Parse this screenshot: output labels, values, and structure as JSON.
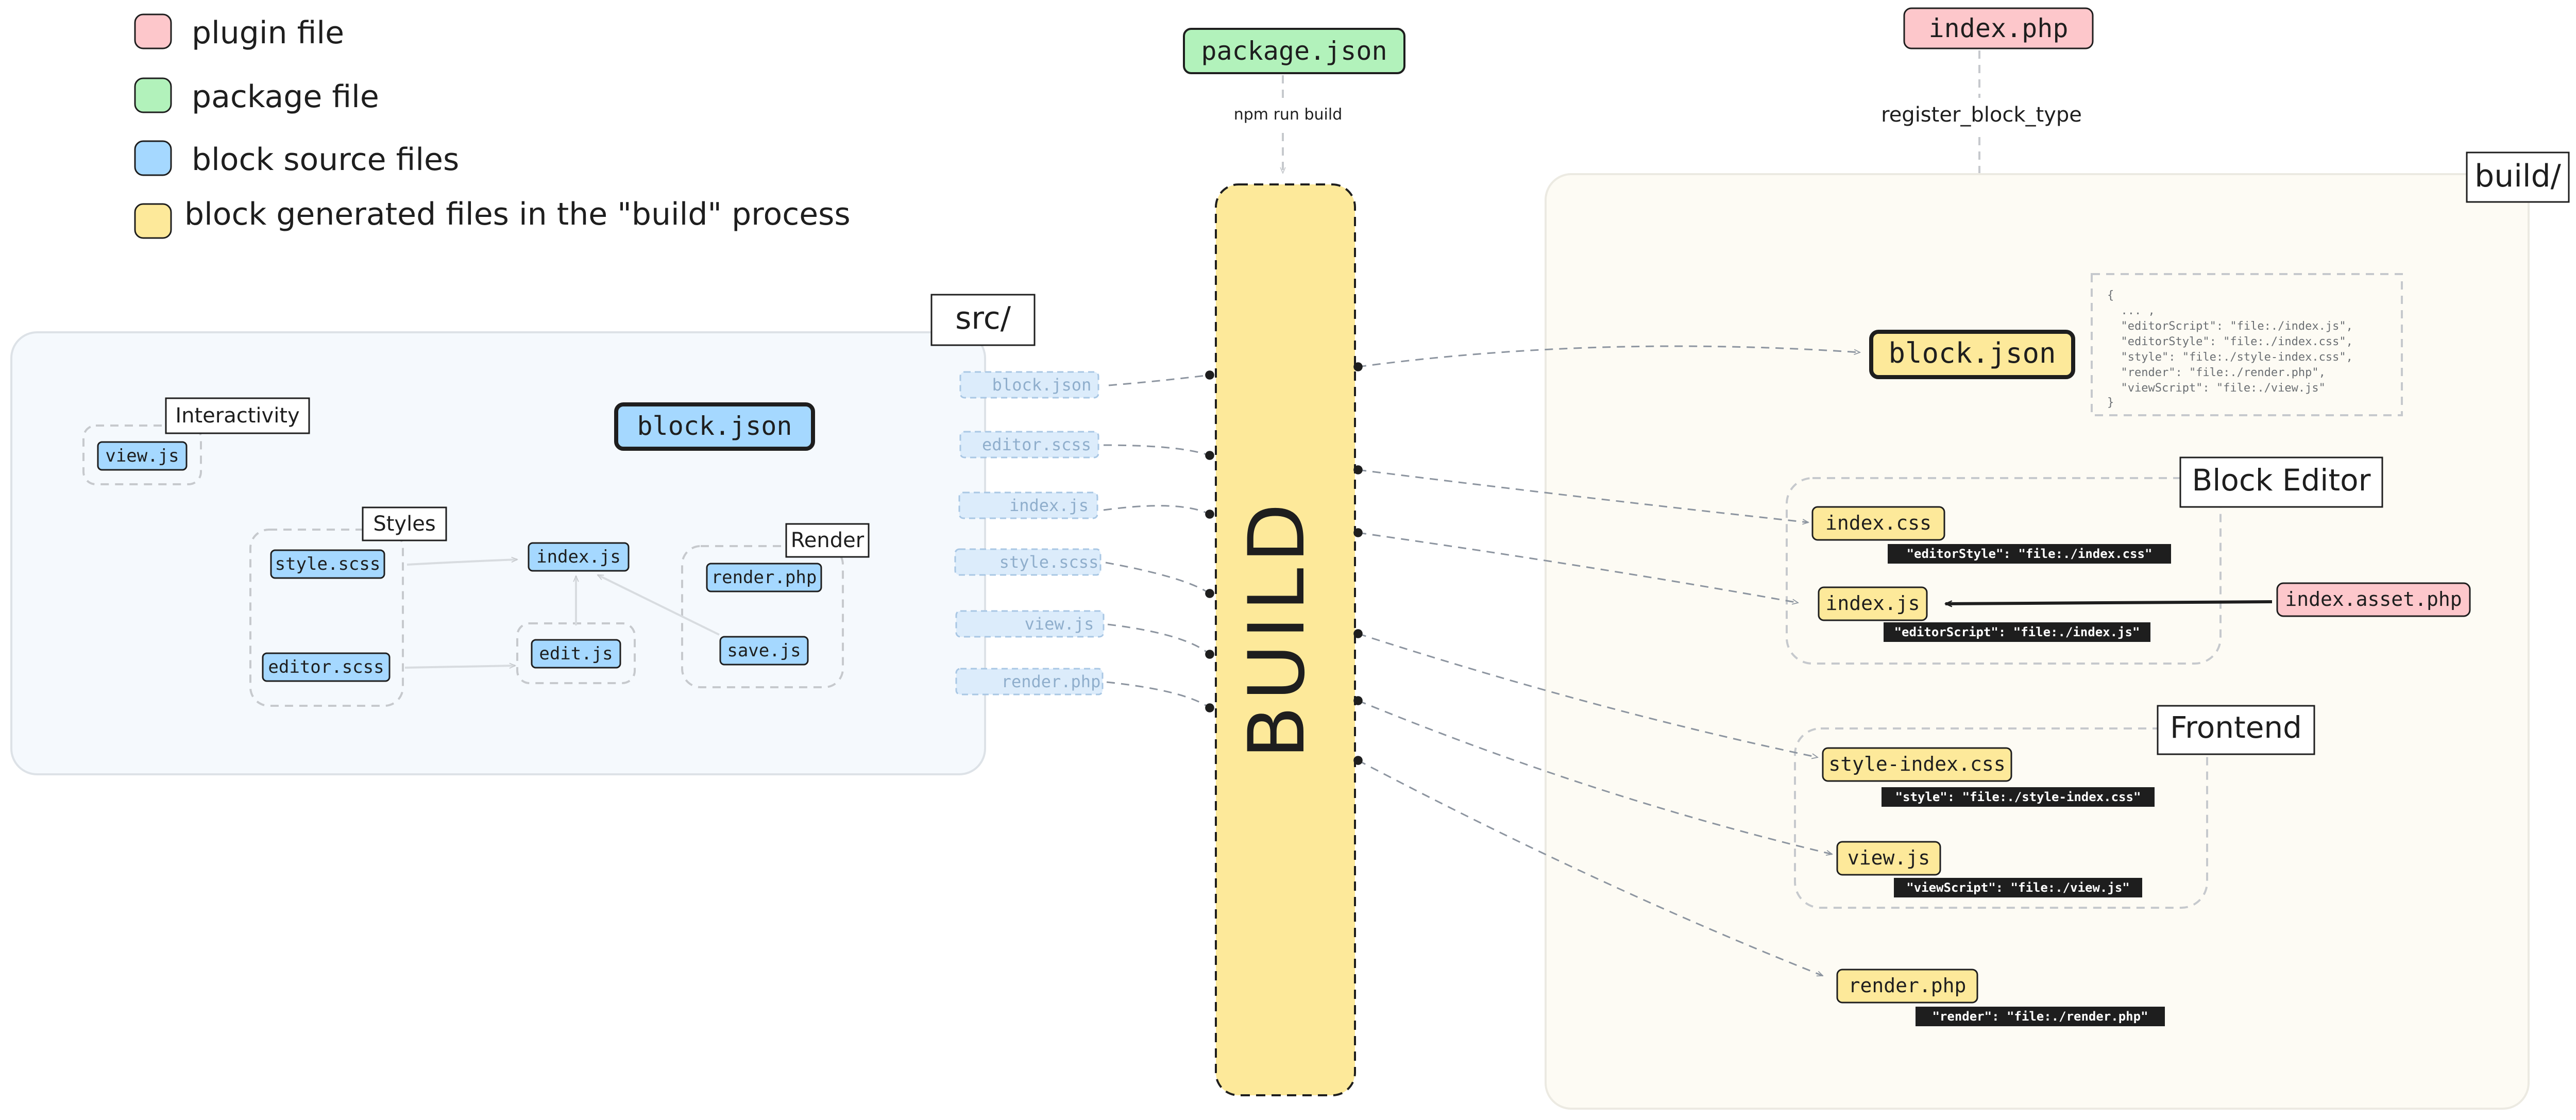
{
  "colors": {
    "plugin": "#fdc7cb",
    "package": "#b2f2bb",
    "source": "#a5d8ff",
    "generated": "#fde99a",
    "build_bar": "#fde99a",
    "src_panel": "#f5f9fd",
    "build_panel": "#fdfbf4",
    "dashed": "#c6c9cd",
    "arrow": "#8d95a0",
    "badge_bg": "#1e1e1e",
    "badge_text": "#ffffff",
    "ghost_fill": "#dcecfb",
    "ghost_text": "#8faecc"
  },
  "legend": [
    {
      "color_key": "plugin",
      "label": "plugin file"
    },
    {
      "color_key": "package",
      "label": "package file"
    },
    {
      "color_key": "source",
      "label": "block source files"
    },
    {
      "color_key": "generated",
      "label": "block generated files in the \"build\" process"
    }
  ],
  "top": {
    "package_json": "package.json",
    "npm_label": "npm run build",
    "index_php": "index.php",
    "register_label": "register_block_type"
  },
  "build_bar_label": "BUILD",
  "src": {
    "title": "src/",
    "block_json": "block.json",
    "groups": {
      "interactivity": "Interactivity",
      "styles": "Styles",
      "render": "Render"
    },
    "files": {
      "view_js": "view.js",
      "style_scss": "style.scss",
      "editor_scss": "editor.scss",
      "index_js": "index.js",
      "edit_js": "edit.js",
      "render_php": "render.php",
      "save_js": "save.js"
    }
  },
  "ghost_files": [
    "block.json",
    "editor.scss",
    "index.js",
    "style.scss",
    "view.js",
    "render.php"
  ],
  "build": {
    "title": "build/",
    "block_json": "block.json",
    "json_snippet": [
      "{",
      "  ... ,",
      "  \"editorScript\": \"file:./index.js\",",
      "  \"editorStyle\": \"file:./index.css\",",
      "  \"style\": \"file:./style-index.css\",",
      "  \"render\": \"file:./render.php\",",
      "  \"viewScript\": \"file:./view.js\"",
      "}"
    ],
    "block_editor": {
      "title": "Block Editor",
      "index_css": "index.css",
      "index_css_badge": "\"editorStyle\": \"file:./index.css\"",
      "index_js": "index.js",
      "index_js_badge": "\"editorScript\": \"file:./index.js\"",
      "asset_php": "index.asset.php"
    },
    "frontend": {
      "title": "Frontend",
      "style_index_css": "style-index.css",
      "style_index_badge": "\"style\": \"file:./style-index.css\"",
      "view_js": "view.js",
      "view_js_badge": "\"viewScript\": \"file:./view.js\""
    },
    "render_php": "render.php",
    "render_badge": "\"render\": \"file:./render.php\""
  }
}
